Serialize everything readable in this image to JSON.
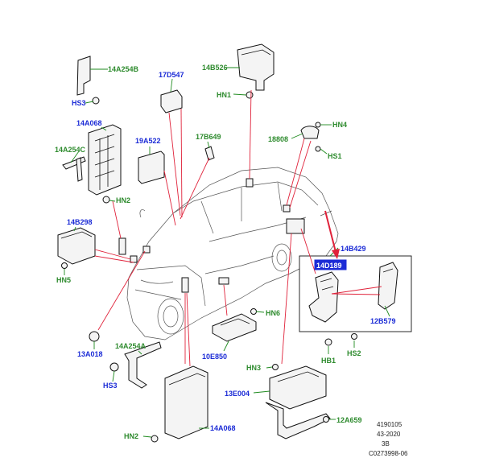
{
  "labels": {
    "l14A254B_top": "14A254B",
    "lHS3_top": "HS3",
    "l14A068_top": "14A068",
    "l14A254C": "14A254C",
    "lHN2_left": "HN2",
    "l14B298": "14B298",
    "lHN5": "HN5",
    "l13A018": "13A018",
    "l14A254A": "14A254A",
    "lHS3_bot": "HS3",
    "lHN2_bot": "HN2",
    "l14A068_bot": "14A068",
    "l17D547": "17D547",
    "l19A522": "19A522",
    "l17B649": "17B649",
    "l14B526": "14B526",
    "lHN1": "HN1",
    "l18808": "18808",
    "lHN4": "HN4",
    "lHS1": "HS1",
    "l14B429": "14B429",
    "l14D189": "14D189",
    "l12B579": "12B579",
    "lHB1": "HB1",
    "lHS2": "HS2",
    "lHN6": "HN6",
    "l10E850": "10E850",
    "lHN3": "HN3",
    "l13E004": "13E004",
    "l12A659": "12A659"
  },
  "footer": {
    "line1": "4190105",
    "line2": "43-2020",
    "line3": "3B",
    "line4": "C0273998-06"
  }
}
